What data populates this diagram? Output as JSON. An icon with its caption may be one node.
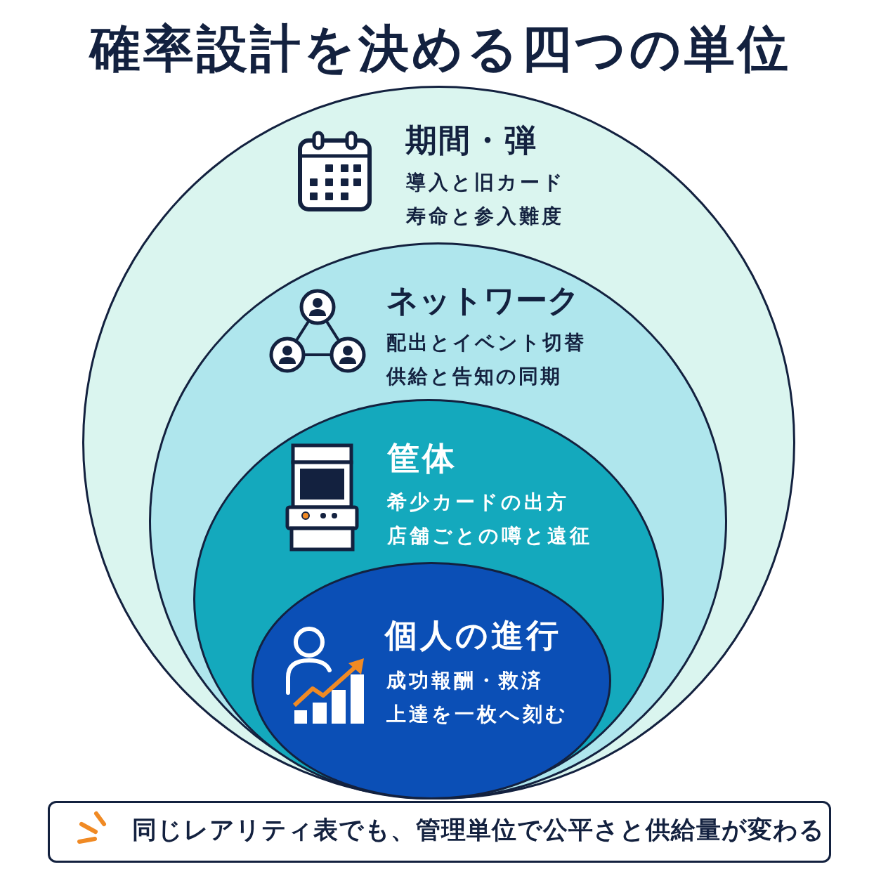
{
  "diagram": {
    "title": "確率設計を決める四つの単位",
    "nodes": [
      {
        "text": [
          "期間・弾",
          "導入と旧カード",
          "寿命と参入難度"
        ]
      },
      {
        "text": [
          "ネットワーク",
          "配出とイベント切替",
          "供給と告知の同期"
        ],
        "in": 0
      },
      {
        "text": [
          "筐体",
          "希少カードの出方",
          "店舗ごとの噂と遠征"
        ],
        "in": 1
      },
      {
        "text": [
          "個人の進行",
          "成功報酬・救済",
          "上達を一枚へ刻む"
        ],
        "in": 2
      },
      {
        "text": [
          "同じレアリティ表でも、管理単位で公平さと供給量が変わる"
        ]
      }
    ]
  }
}
